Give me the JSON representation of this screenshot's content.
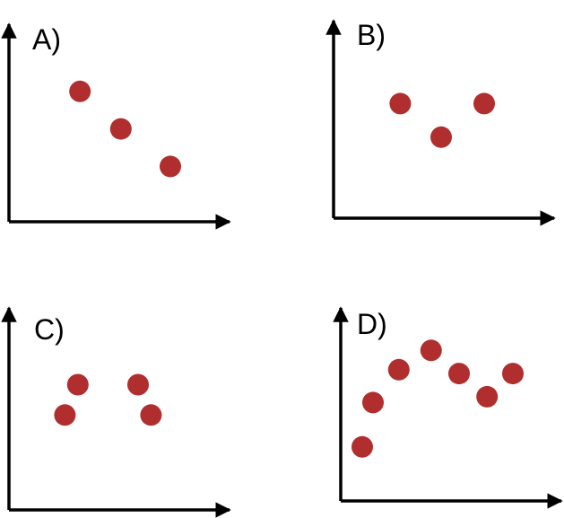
{
  "chart_data": [
    {
      "type": "scatter",
      "title": "A)",
      "xlim": [
        0,
        10
      ],
      "ylim": [
        0,
        10
      ],
      "points": [
        {
          "x": 3.3,
          "y": 6.6
        },
        {
          "x": 5.2,
          "y": 4.7
        },
        {
          "x": 7.5,
          "y": 2.8
        }
      ]
    },
    {
      "type": "scatter",
      "title": "B)",
      "xlim": [
        0,
        10
      ],
      "ylim": [
        0,
        10
      ],
      "points": [
        {
          "x": 3.1,
          "y": 5.8
        },
        {
          "x": 5.0,
          "y": 4.1
        },
        {
          "x": 7.0,
          "y": 5.8
        }
      ]
    },
    {
      "type": "scatter",
      "title": "C)",
      "xlim": [
        0,
        10
      ],
      "ylim": [
        0,
        10
      ],
      "points": [
        {
          "x": 2.6,
          "y": 4.7
        },
        {
          "x": 3.2,
          "y": 6.2
        },
        {
          "x": 6.0,
          "y": 6.2
        },
        {
          "x": 6.6,
          "y": 4.7
        }
      ]
    },
    {
      "type": "scatter",
      "title": "D)",
      "xlim": [
        0,
        10
      ],
      "ylim": [
        0,
        10
      ],
      "points": [
        {
          "x": 1.0,
          "y": 2.8
        },
        {
          "x": 1.5,
          "y": 5.1
        },
        {
          "x": 2.7,
          "y": 6.8
        },
        {
          "x": 4.2,
          "y": 7.8
        },
        {
          "x": 5.5,
          "y": 6.6
        },
        {
          "x": 6.8,
          "y": 5.4
        },
        {
          "x": 8.0,
          "y": 6.6
        }
      ]
    }
  ],
  "colors": {
    "point": "#b02e2e",
    "axis": "#000000"
  }
}
